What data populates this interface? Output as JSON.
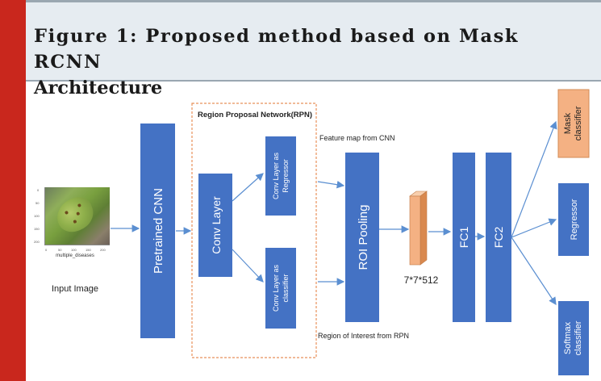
{
  "caption": {
    "line1": "Figure 1: Proposed method based on Mask RCNN",
    "line2": "Architecture"
  },
  "diagram": {
    "input_image_label": "Input Image",
    "thumb_caption": "multiple_diseases",
    "pretrained_cnn": "Pretrained CNN",
    "rpn_title": "Region Proposal Network(RPN)",
    "conv_layer": "Conv Layer",
    "conv_regressor": [
      "Conv Layer as",
      "Regressor"
    ],
    "conv_classifier": [
      "Conv Layer as",
      "classifier"
    ],
    "feature_map_label": "Feature map from CNN",
    "roi_label": "Region of Interest from RPN",
    "roi_pooling": "ROI Pooling",
    "tensor_label": "7*7*512",
    "fc1": "FC1",
    "fc2": "FC2",
    "mask_classifier": [
      "Mask",
      "classifier"
    ],
    "regressor": "Regressor",
    "softmax_classifier": [
      "Softmax",
      "classifier"
    ]
  },
  "colors": {
    "block_blue": "#4472c4",
    "arrow_blue": "#5b8fd1",
    "mask_orange": "#f4b183",
    "rpn_border": "#e8915a",
    "side_red": "#c9271d"
  }
}
